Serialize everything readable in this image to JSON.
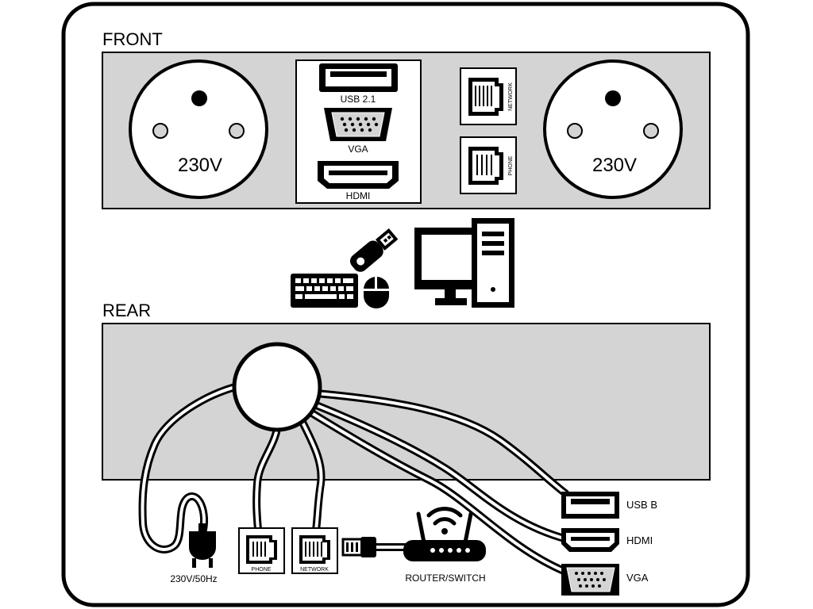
{
  "front": {
    "title": "FRONT",
    "socket_left_label": "230V",
    "socket_right_label": "230V",
    "usb_label": "USB 2.1",
    "vga_label": "VGA",
    "hdmi_label": "HDMI",
    "network_label": "NETWORK",
    "phone_label": "PHONE"
  },
  "rear": {
    "title": "REAR",
    "power_label": "230V/50Hz",
    "phone_label": "PHONE",
    "network_label": "NETWORK",
    "router_label": "ROUTER/SWITCH",
    "usb_label": "USB B",
    "hdmi_label": "HDMI",
    "vga_label": "VGA"
  },
  "colors": {
    "panel": "#d4d4d4",
    "outline": "#000000",
    "background": "#ffffff"
  },
  "icons": [
    "keyboard-icon",
    "usb-stick-icon",
    "mouse-icon",
    "computer-icon",
    "power-plug-icon",
    "rj-jack-icon",
    "ethernet-plug-icon",
    "router-icon",
    "wifi-icon"
  ]
}
